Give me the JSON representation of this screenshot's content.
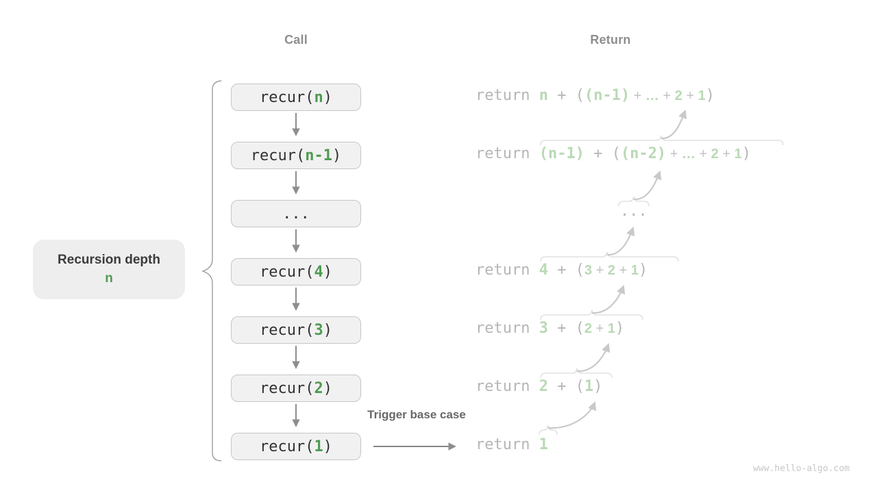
{
  "headers": {
    "call": "Call",
    "return": "Return"
  },
  "labels": {
    "recursion_depth": "Recursion depth",
    "depth_value": "n",
    "trigger": "Trigger base case"
  },
  "watermark": "www.hello-algo.com",
  "colors": {
    "green_dark": "#4e9b52",
    "green_light": "#b9d9b5",
    "box_bg": "#f1f1f1",
    "box_border": "#c6c6c6",
    "text_dark": "#323232",
    "text_light": "#b6b6b6",
    "arrow_gray": "#8e8e8e",
    "decor_gray": "#dcdcdc"
  },
  "call_stack": [
    {
      "name": "recur-n",
      "segments": [
        {
          "t": "recur(",
          "c": "dark"
        },
        {
          "t": "n",
          "c": "green",
          "b": true
        },
        {
          "t": ")",
          "c": "dark"
        }
      ]
    },
    {
      "name": "recur-n-1",
      "segments": [
        {
          "t": "recur(",
          "c": "dark"
        },
        {
          "t": "n-1",
          "c": "green",
          "b": true
        },
        {
          "t": ")",
          "c": "dark"
        }
      ]
    },
    {
      "name": "ellipsis",
      "segments": [
        {
          "t": "...",
          "c": "dark"
        }
      ]
    },
    {
      "name": "recur-4",
      "segments": [
        {
          "t": "recur(",
          "c": "dark"
        },
        {
          "t": "4",
          "c": "green",
          "b": true
        },
        {
          "t": ")",
          "c": "dark"
        }
      ]
    },
    {
      "name": "recur-3",
      "segments": [
        {
          "t": "recur(",
          "c": "dark"
        },
        {
          "t": "3",
          "c": "green",
          "b": true
        },
        {
          "t": ")",
          "c": "dark"
        }
      ]
    },
    {
      "name": "recur-2",
      "segments": [
        {
          "t": "recur(",
          "c": "dark"
        },
        {
          "t": "2",
          "c": "green",
          "b": true
        },
        {
          "t": ")",
          "c": "dark"
        }
      ]
    },
    {
      "name": "recur-1",
      "segments": [
        {
          "t": "recur(",
          "c": "dark"
        },
        {
          "t": "1",
          "c": "green",
          "b": true
        },
        {
          "t": ")",
          "c": "dark"
        }
      ]
    }
  ],
  "return_rows": [
    {
      "name": "return-n",
      "segments": [
        {
          "t": "return ",
          "c": "gray",
          "f": "m"
        },
        {
          "t": "n",
          "c": "green",
          "f": "m",
          "b": true
        },
        {
          "t": " + ",
          "c": "gray",
          "f": "m"
        },
        {
          "t": "(",
          "c": "gray",
          "f": "m"
        },
        {
          "t": "(n-1)",
          "c": "green",
          "f": "m",
          "b": true
        },
        {
          "t": " + ",
          "c": "gray",
          "f": "s"
        },
        {
          "t": "…",
          "c": "green",
          "f": "s",
          "b": true
        },
        {
          "t": " + ",
          "c": "gray",
          "f": "s"
        },
        {
          "t": "2",
          "c": "green",
          "f": "s",
          "b": true
        },
        {
          "t": " + ",
          "c": "gray",
          "f": "s"
        },
        {
          "t": "1",
          "c": "green",
          "f": "s",
          "b": true
        },
        {
          "t": ")",
          "c": "gray",
          "f": "m"
        }
      ]
    },
    {
      "name": "return-n-1",
      "segments": [
        {
          "t": "return ",
          "c": "gray",
          "f": "m"
        },
        {
          "t": "(n-1)",
          "c": "green",
          "f": "m",
          "b": true
        },
        {
          "t": " + ",
          "c": "gray",
          "f": "m"
        },
        {
          "t": "(",
          "c": "gray",
          "f": "m"
        },
        {
          "t": "(n-2)",
          "c": "green",
          "f": "m",
          "b": true
        },
        {
          "t": " + ",
          "c": "gray",
          "f": "s"
        },
        {
          "t": "…",
          "c": "green",
          "f": "s",
          "b": true
        },
        {
          "t": " + ",
          "c": "gray",
          "f": "s"
        },
        {
          "t": "2",
          "c": "green",
          "f": "s",
          "b": true
        },
        {
          "t": " + ",
          "c": "gray",
          "f": "s"
        },
        {
          "t": "1",
          "c": "green",
          "f": "s",
          "b": true
        },
        {
          "t": ")",
          "c": "gray",
          "f": "m"
        }
      ]
    },
    {
      "name": "return-ellipsis",
      "segments": [
        {
          "t": "...",
          "c": "gray",
          "f": "m"
        }
      ]
    },
    {
      "name": "return-4",
      "segments": [
        {
          "t": "return ",
          "c": "gray",
          "f": "m"
        },
        {
          "t": "4",
          "c": "green",
          "f": "m",
          "b": true
        },
        {
          "t": " + ",
          "c": "gray",
          "f": "m"
        },
        {
          "t": "(",
          "c": "gray",
          "f": "m"
        },
        {
          "t": "3",
          "c": "green",
          "f": "s",
          "b": true
        },
        {
          "t": " + ",
          "c": "gray",
          "f": "s"
        },
        {
          "t": "2",
          "c": "green",
          "f": "s",
          "b": true
        },
        {
          "t": " + ",
          "c": "gray",
          "f": "s"
        },
        {
          "t": "1",
          "c": "green",
          "f": "s",
          "b": true
        },
        {
          "t": ")",
          "c": "gray",
          "f": "m"
        }
      ]
    },
    {
      "name": "return-3",
      "segments": [
        {
          "t": "return ",
          "c": "gray",
          "f": "m"
        },
        {
          "t": "3",
          "c": "green",
          "f": "m",
          "b": true
        },
        {
          "t": " + ",
          "c": "gray",
          "f": "m"
        },
        {
          "t": "(",
          "c": "gray",
          "f": "m"
        },
        {
          "t": "2",
          "c": "green",
          "f": "s",
          "b": true
        },
        {
          "t": " + ",
          "c": "gray",
          "f": "s"
        },
        {
          "t": "1",
          "c": "green",
          "f": "s",
          "b": true
        },
        {
          "t": ")",
          "c": "gray",
          "f": "m"
        }
      ]
    },
    {
      "name": "return-2",
      "segments": [
        {
          "t": "return ",
          "c": "gray",
          "f": "m"
        },
        {
          "t": "2",
          "c": "green",
          "f": "m",
          "b": true
        },
        {
          "t": " + ",
          "c": "gray",
          "f": "m"
        },
        {
          "t": "(",
          "c": "gray",
          "f": "m"
        },
        {
          "t": "1",
          "c": "green",
          "f": "m",
          "b": true
        },
        {
          "t": ")",
          "c": "gray",
          "f": "m"
        }
      ]
    },
    {
      "name": "return-1",
      "segments": [
        {
          "t": "return ",
          "c": "gray",
          "f": "m"
        },
        {
          "t": "1",
          "c": "green",
          "f": "m",
          "b": true
        }
      ]
    }
  ]
}
